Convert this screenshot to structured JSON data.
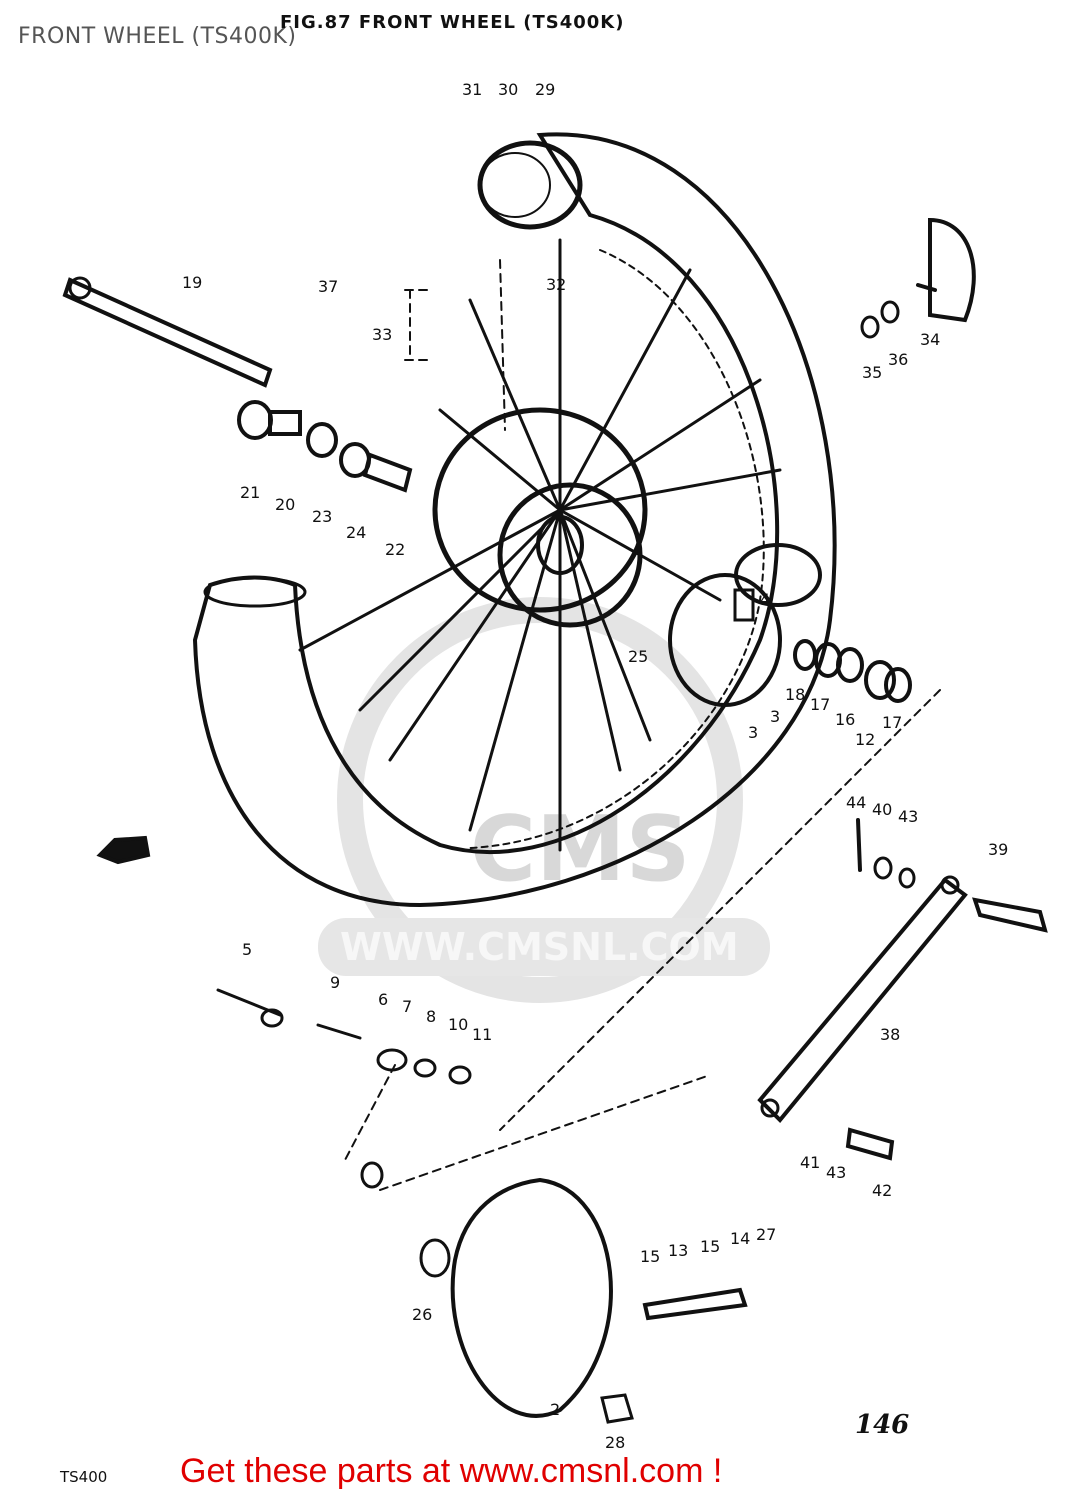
{
  "header": {
    "title": "FRONT WHEEL (TS400K)",
    "fig_heading": "FIG.87  FRONT WHEEL (TS400K)"
  },
  "watermark": {
    "logo": "CMS",
    "url": "WWW.CMSNL.COM"
  },
  "callouts": [
    "2",
    "3",
    "4",
    "5",
    "6",
    "7",
    "8",
    "9",
    "10",
    "11",
    "12",
    "13",
    "14",
    "15",
    "16",
    "17",
    "18",
    "19",
    "20",
    "21",
    "22",
    "23",
    "24",
    "25",
    "26",
    "27",
    "28",
    "29",
    "30",
    "31",
    "32",
    "33",
    "34",
    "35",
    "36",
    "37",
    "38",
    "39",
    "40",
    "41",
    "42",
    "43",
    "44"
  ],
  "footer": {
    "model": "TS400",
    "page_number": "146",
    "promo_link": "Get these parts at www.cmsnl.com !"
  },
  "colors": {
    "line": "#111111",
    "link": "#e00000",
    "watermark": "#d8d8d8"
  }
}
